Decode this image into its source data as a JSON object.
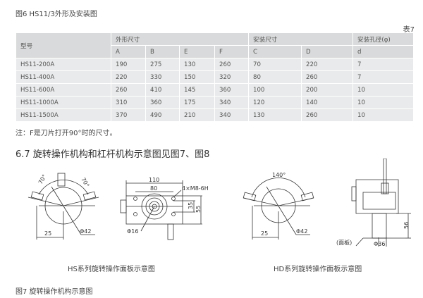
{
  "top_caption": "图6  HS11/3外形及安装图",
  "table_label": "表7",
  "table": {
    "header_model": "型号",
    "group_outer": "外形尺寸",
    "group_install": "安装尺寸",
    "group_hole": "安装孔径(φ)",
    "cols": [
      "A",
      "B",
      "E",
      "F",
      "C",
      "D",
      "d"
    ],
    "rows": [
      [
        "HS11-200A",
        "190",
        "275",
        "130",
        "260",
        "70",
        "220",
        "7"
      ],
      [
        "HS11-400A",
        "220",
        "330",
        "150",
        "320",
        "80",
        "260",
        "7"
      ],
      [
        "HS11-600A",
        "260",
        "410",
        "145",
        "360",
        "100",
        "200",
        "10"
      ],
      [
        "HS11-1000A",
        "310",
        "360",
        "175",
        "340",
        "120",
        "140",
        "10"
      ],
      [
        "HS11-1500A",
        "370",
        "490",
        "210",
        "340",
        "130",
        "260",
        "10"
      ]
    ]
  },
  "note": "注：F是刀片打开90°时的尺寸。",
  "section_heading": "6.7 旋转操作机构和杠杆机构示意图见图7、图8",
  "fig_hs": {
    "angle_left": "70°",
    "angle_right": "70°",
    "dim_25": "25",
    "dia_42": "Φ42",
    "dim_110": "110",
    "dim_80": "80",
    "thread": "4×M8-6H",
    "dim_35": "35",
    "dim_55": "55",
    "dia_16": "Φ16",
    "caption": "HS系列旋转操作面板示意图"
  },
  "fig_hd": {
    "angle": "140°",
    "dim_25": "25",
    "dia_42": "Φ42",
    "dim_56": "56",
    "panel": "(面板)",
    "dia_36": "Φ36",
    "caption": "HD系列旋转操作面板示意图"
  },
  "bottom_caption": "图7  旋转操作机构示意图"
}
